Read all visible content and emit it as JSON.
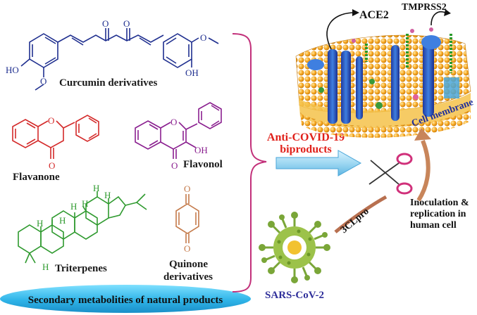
{
  "left_panel": {
    "curcumin_label": "Curcumin derivatives",
    "flavanone_label": "Flavanone",
    "flavonol_label": "Flavonol",
    "triterpenes_label": "Triterpenes",
    "quinone_label_line1": "Quinone",
    "quinone_label_line2": "derivatives",
    "banner_text": "Secondary metabolities of natural products",
    "atoms": {
      "oxygen": "O",
      "hydroxyl_left": "HO",
      "hydroxyl_right": "OH",
      "hydrogen": "H"
    }
  },
  "center": {
    "label_line1": "Anti-COVID-19",
    "label_line2": "biproducts"
  },
  "right_panel": {
    "ace2_label": "ACE2",
    "tmprss2_label": "TMPRSS2",
    "membrane_label": "Cell membrane",
    "inoculation_line1": "Inoculation &",
    "inoculation_line2": "replication in",
    "inoculation_line3": "human cell",
    "protease_label": "3CLpro",
    "virus_label": "SARS-CoV-2"
  },
  "colors": {
    "curcumin": "#1f2f8f",
    "flavanone": "#d42a2a",
    "flavonol": "#8a1f8f",
    "triterpene": "#2f9a2f",
    "quinone": "#c47a4a",
    "anti_covid_text": "#e0201a",
    "virus_text": "#2f2f9a",
    "membrane_text": "#1f2f9a",
    "brace": "#c2307a",
    "banner": "#3fc0ea",
    "arrow_fill": "#9fd8f2",
    "curved_arrow": "#c8855a"
  }
}
